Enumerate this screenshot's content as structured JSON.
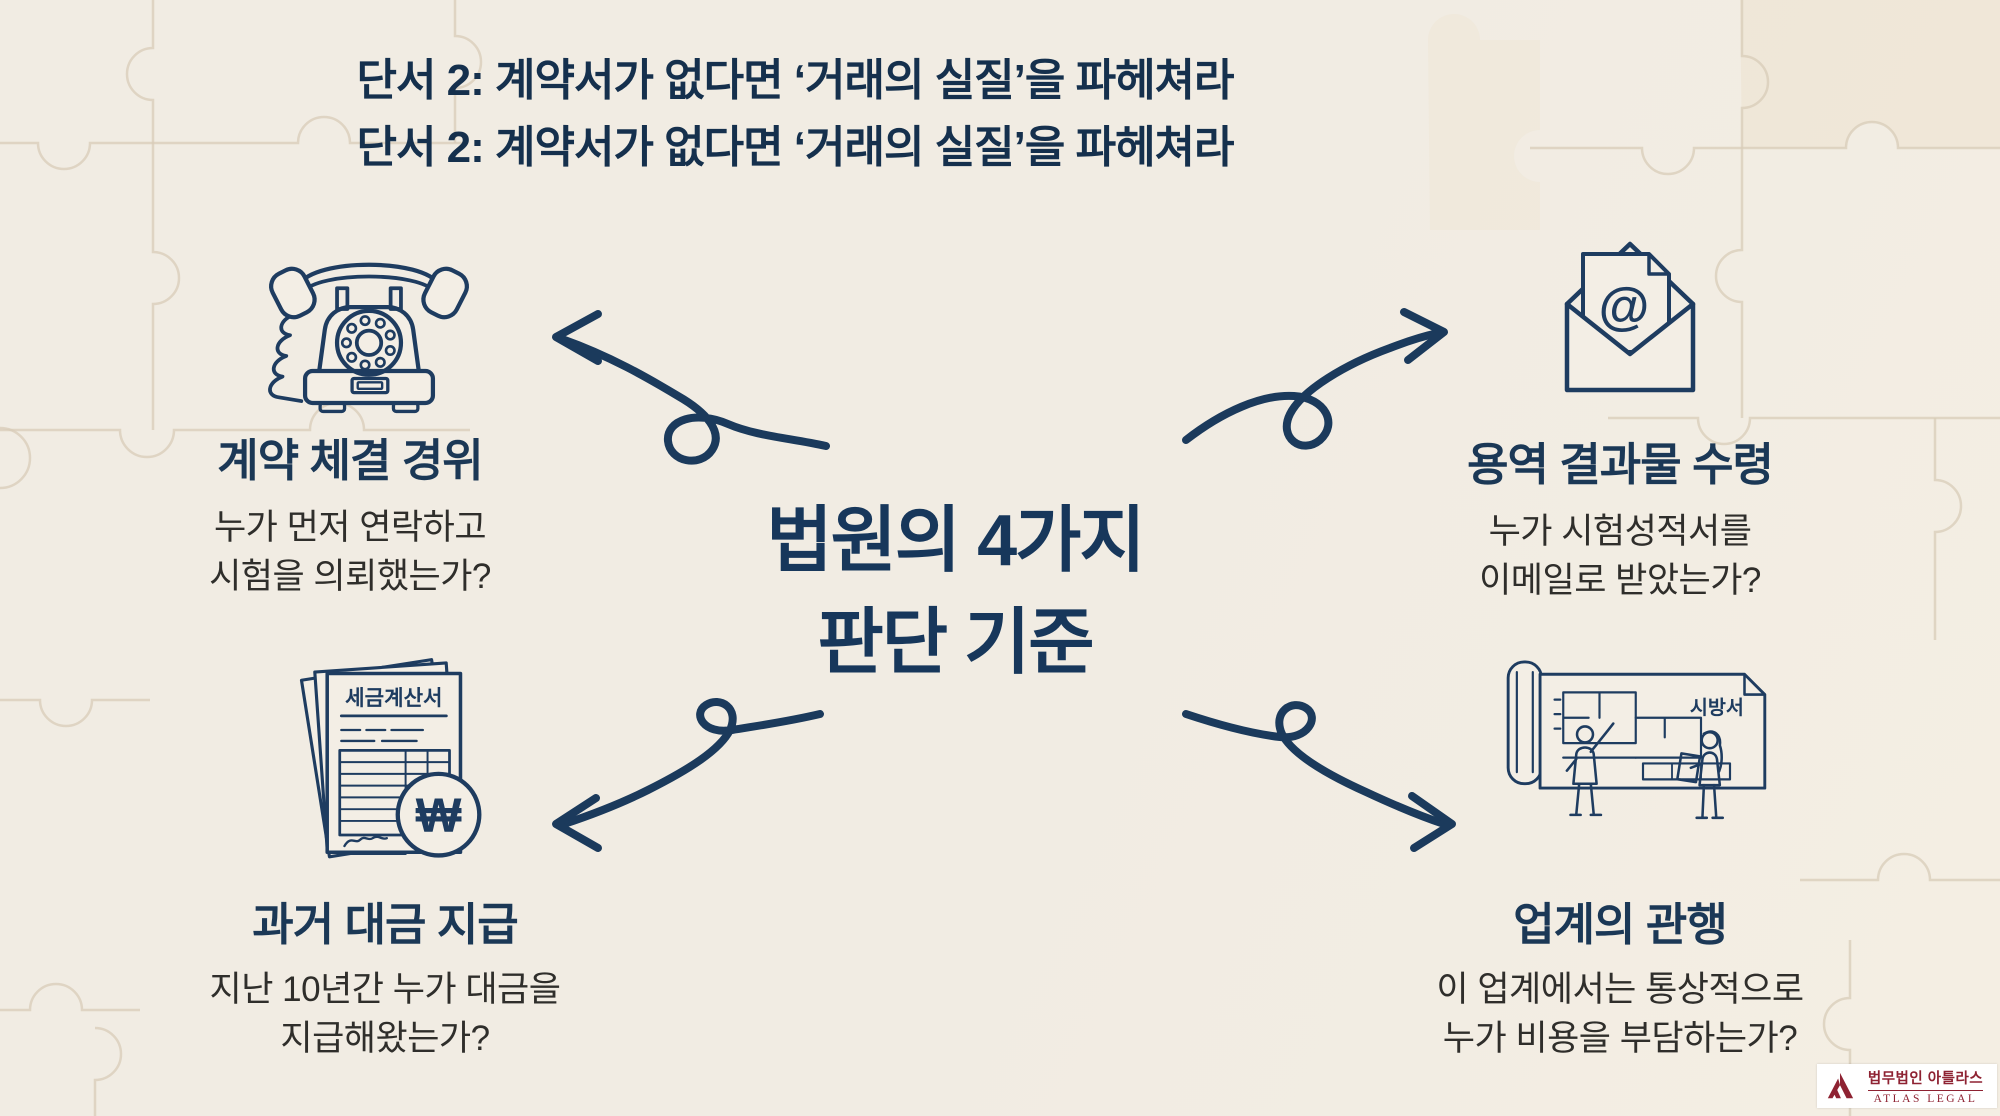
{
  "title": {
    "line1": "단서 2: 계약서가 없다면 ‘거래의 실질’을 파헤쳐라",
    "line2": "단서 2: 계약서가 없다면 ‘거래의 실질’을 파헤쳐라"
  },
  "center": {
    "line1": "법원의 4가지",
    "line2": "판단 기준"
  },
  "quadrants": [
    {
      "id": "top-left",
      "icon": "rotary-phone-icon",
      "heading": "계약 체결 경위",
      "line1": "누가 먼저 연락하고",
      "line2": "시험을 의뢰했는가?"
    },
    {
      "id": "top-right",
      "icon": "email-envelope-icon",
      "heading": "용역 결과물 수령",
      "line1": "누가 시험성적서를",
      "line2": "이메일로 받았는가?"
    },
    {
      "id": "bottom-left",
      "icon": "tax-invoice-icon",
      "heading": "과거 대금 지급",
      "line1": "지난 10년간 누가 대금을",
      "line2": "지급해왔는가?"
    },
    {
      "id": "bottom-right",
      "icon": "blueprint-review-icon",
      "heading": "업계의 관행",
      "line1": "이 업계에서는 통상적으로",
      "line2": "누가 비용을 부담하는가?"
    }
  ],
  "icon_labels": {
    "tax_invoice_title": "세금계산서",
    "won_symbol": "₩",
    "at_symbol": "@",
    "blueprint_label": "시방서"
  },
  "logo": {
    "kr": "법무법인 아틀라스",
    "en": "ATLAS LEGAL"
  },
  "colors": {
    "navy": "#1e3c60",
    "text_dark": "#2f2e2b",
    "maroon": "#8e2232",
    "background": "#f1ece3",
    "puzzle_line": "#d8ccb8"
  }
}
